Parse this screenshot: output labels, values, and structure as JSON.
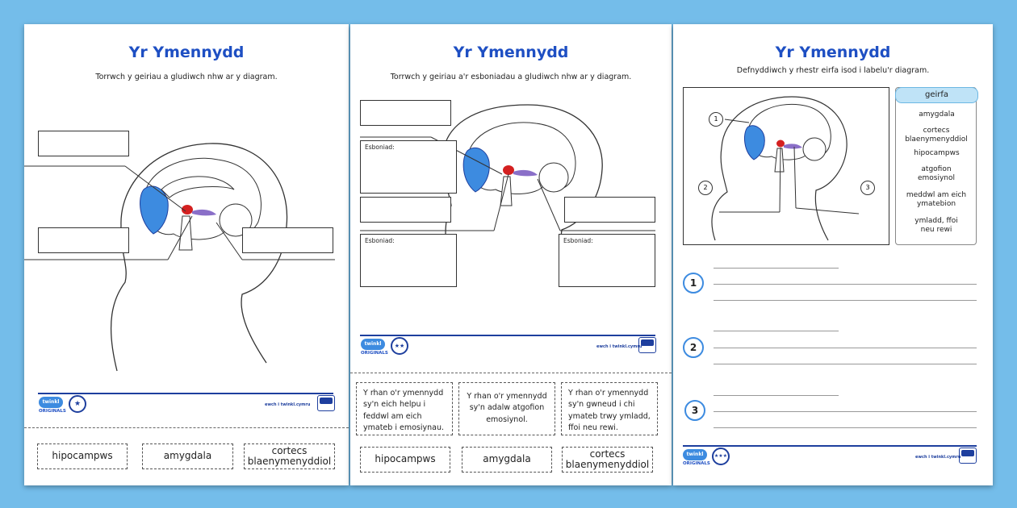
{
  "sheet1": {
    "title": "Yr Ymennydd",
    "instruction": "Torrwch y geiriau a gludiwch nhw ar y diagram.",
    "cutouts": [
      "hipocampws",
      "amygdala",
      "cortecs blaenymenyddiol"
    ],
    "brand": "twinkl",
    "brand_sub": "ORIGINALS",
    "stars": "★",
    "visit": "ewch i twinkl.cymru"
  },
  "sheet2": {
    "title": "Yr Ymennydd",
    "instruction": "Torrwch y geiriau a'r esboniadau a gludiwch nhw ar y diagram.",
    "box_label": "Esboniad:",
    "descriptions": [
      "Y rhan o'r ymennydd sy'n eich helpu i feddwl am eich ymateb i emosiynau.",
      "Y rhan o'r ymennydd sy'n adalw atgofion emosiynol.",
      "Y rhan o'r ymennydd sy'n gwneud i chi ymateb trwy ymladd, ffoi neu rewi."
    ],
    "cutouts": [
      "hipocampws",
      "amygdala",
      "cortecs blaenymenyddiol"
    ],
    "brand": "twinkl",
    "brand_sub": "ORIGINALS",
    "stars": "★★",
    "visit": "ewch i twinkl.cymru"
  },
  "sheet3": {
    "title": "Yr Ymennydd",
    "instruction": "Defnyddiwch y rhestr eirfa isod i labelu'r diagram.",
    "geirfa_title": "geirfa",
    "vocab": [
      "amygdala",
      "cortecs blaenymenyddiol",
      "hipocampws",
      "atgofion emosiynol",
      "meddwl am eich ymatebion",
      "ymladd, ffoi neu rewi"
    ],
    "diagram_labels": [
      "1",
      "2",
      "3"
    ],
    "questions": [
      "1",
      "2",
      "3"
    ],
    "brand": "twinkl",
    "brand_sub": "ORIGINALS",
    "stars": "★★★",
    "visit": "ewch i twinkl.cymru"
  },
  "colors": {
    "background": "#74bdea",
    "title": "#1e4fc3",
    "cortex": "#3d8be0",
    "amygdala": "#d42020",
    "hippocampus": "#8a6fc8"
  }
}
